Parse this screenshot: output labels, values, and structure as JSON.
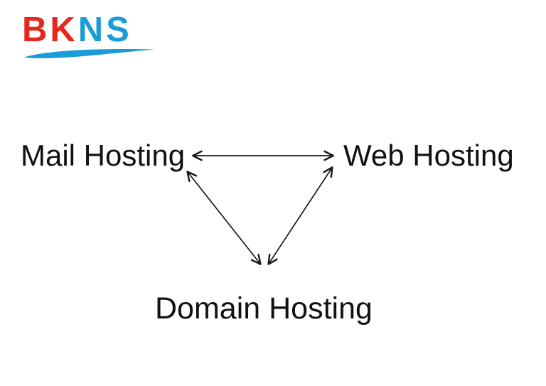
{
  "page": {
    "background_color": "#ffffff",
    "text_color": "#111111"
  },
  "logo": {
    "name": "BKNS",
    "part1": "BK",
    "part2": "NS",
    "part1_color": "#e8271c",
    "part2_color": "#1b9cd9",
    "swoosh_color": "#1b9cd9"
  },
  "diagram": {
    "type": "triangle-relationship",
    "line_color": "#1a1a1a",
    "nodes": [
      {
        "id": "mail-hosting",
        "label": "Mail Hosting"
      },
      {
        "id": "web-hosting",
        "label": "Web Hosting"
      },
      {
        "id": "domain-hosting",
        "label": "Domain Hosting"
      }
    ],
    "edges": [
      {
        "from": "Mail Hosting",
        "to": "Web Hosting",
        "bidirectional": true
      },
      {
        "from": "Mail Hosting",
        "to": "Domain Hosting",
        "bidirectional": true
      },
      {
        "from": "Web Hosting",
        "to": "Domain Hosting",
        "bidirectional": true
      }
    ]
  }
}
